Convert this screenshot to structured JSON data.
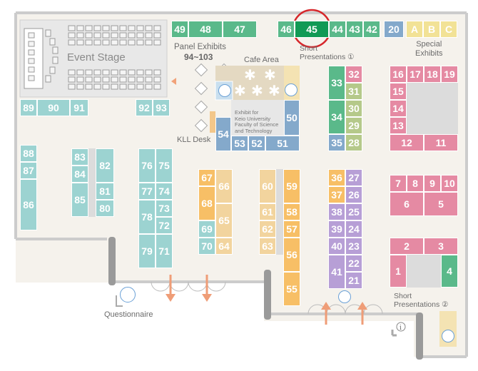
{
  "labels": {
    "event_stage": "Event Stage",
    "panel_exhibits": "Panel Exhibits",
    "panel_range": "94~103",
    "cafe_area": "Cafe Area",
    "short_presentations_1": "Short\nPresentations ①",
    "special_exhibits": "Special\nExhibits",
    "kll_desk": "KLL Desk",
    "exhibit_note": "Exhibit for\nKeio University\nFaculty of Science\nand Technology",
    "questionnaire": "Questionnaire",
    "short_presentations_2": "Short\nPresentations ②"
  },
  "booths": {
    "b49": "49",
    "b48": "48",
    "b47": "47",
    "b46": "46",
    "b45": "45",
    "b44": "44",
    "b43": "43",
    "b42": "42",
    "b20": "20",
    "bA": "A",
    "bB": "B",
    "bC": "C",
    "b89": "89",
    "b90": "90",
    "b91": "91",
    "b92": "92",
    "b93": "93",
    "b54": "54",
    "b53": "53",
    "b52": "52",
    "b51": "51",
    "b50": "50",
    "b33": "33",
    "b32": "32",
    "b31": "31",
    "b34": "34",
    "b30": "30",
    "b29": "29",
    "b35": "35",
    "b28": "28",
    "b16": "16",
    "b17": "17",
    "b18": "18",
    "b19": "19",
    "b15": "15",
    "b14": "14",
    "b13": "13",
    "b12": "12",
    "b11": "11",
    "b88": "88",
    "b87": "87",
    "b86": "86",
    "b83": "83",
    "b82": "82",
    "b84": "84",
    "b85": "85",
    "b81": "81",
    "b80": "80",
    "b76": "76",
    "b75": "75",
    "b77": "77",
    "b74": "74",
    "b78": "78",
    "b73": "73",
    "b72": "72",
    "b79": "79",
    "b71": "71",
    "b67": "67",
    "b66": "66",
    "b68": "68",
    "b65": "65",
    "b69": "69",
    "b70": "70",
    "b64": "64",
    "b60": "60",
    "b59": "59",
    "b61": "61",
    "b58": "58",
    "b62": "62",
    "b57": "57",
    "b63": "63",
    "b56": "56",
    "b55": "55",
    "b36": "36",
    "b27": "27",
    "b37": "37",
    "b26": "26",
    "b38": "38",
    "b25": "25",
    "b39": "39",
    "b24": "24",
    "b40": "40",
    "b23": "23",
    "b41": "41",
    "b22": "22",
    "b21": "21",
    "b7": "7",
    "b8": "8",
    "b9": "9",
    "b10": "10",
    "b6": "6",
    "b5": "5",
    "b2": "2",
    "b3": "3",
    "b1": "1",
    "b4": "4"
  },
  "colors": {
    "green": "#5ab98a",
    "green_highlight": "#119a55",
    "blue": "#84a9cb",
    "beige": "#f2d49e",
    "pink": "#e58aa3",
    "teal": "#9cd3d1",
    "orange": "#f7bf66",
    "orange_dark": "#f3ab55",
    "sand": "#d8c48b",
    "purple": "#b79fd6",
    "floor": "#f4f1ec",
    "wall": "#cfcfcf",
    "highlight_ring": "#d6262a"
  },
  "icons": {
    "presentation": "podium-icon",
    "questionnaire": "clipboard-icon",
    "info": "info-icon",
    "arrow": "entrance-arrow-icon"
  }
}
